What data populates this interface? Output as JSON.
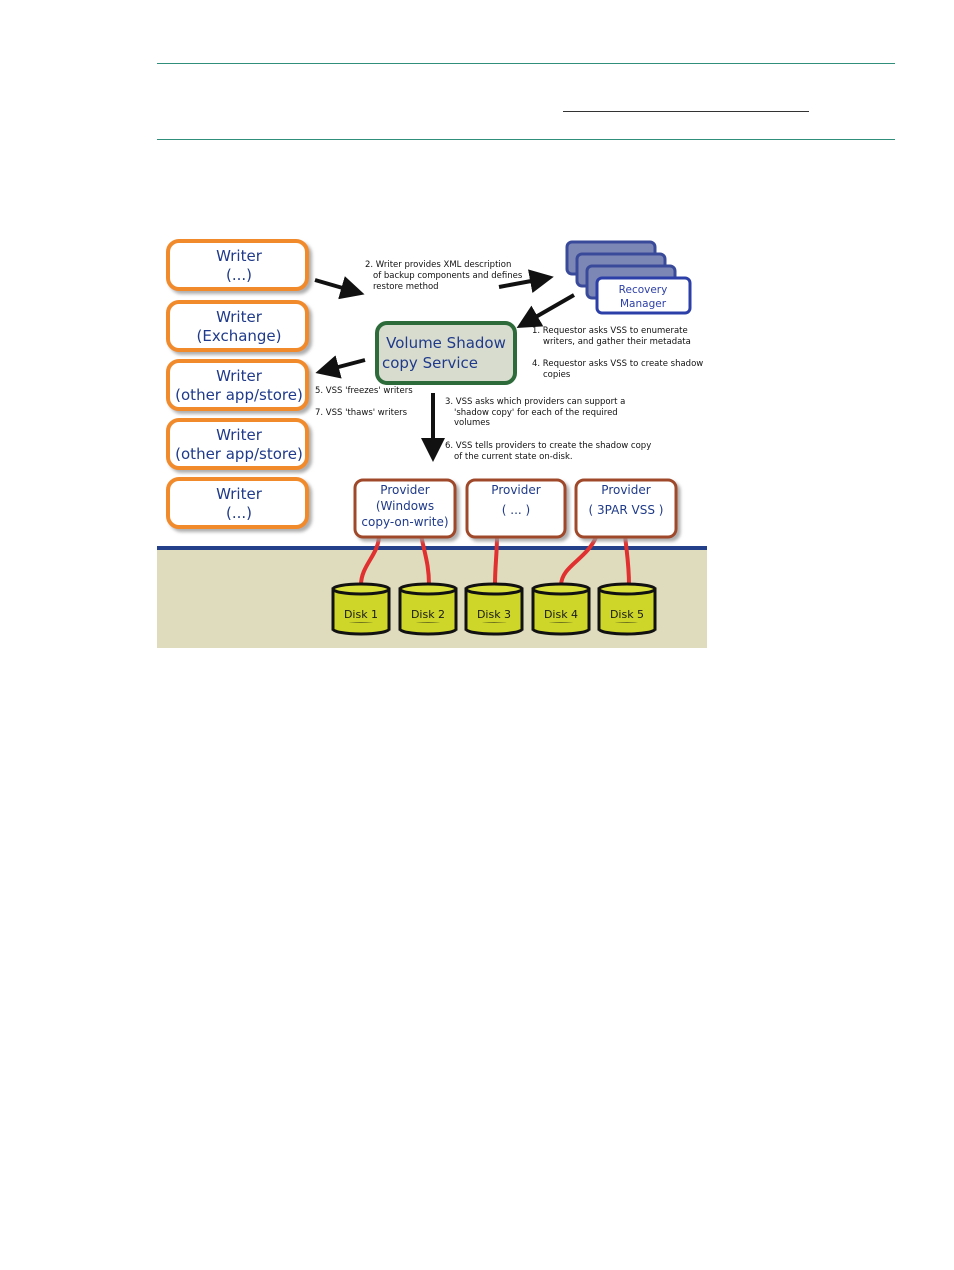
{
  "colors": {
    "writer_border": "#f08a2c",
    "vss_border": "#2e6b3a",
    "provider_border": "#a04a2a",
    "recovery_border": "#2c3fa8",
    "disk_fill": "#cdd629",
    "cable": "#e03030",
    "floor": "#dfdcbd",
    "divider": "#24408a",
    "rule": "#2f8f7a"
  },
  "writers": [
    {
      "line1": "Writer",
      "line2": "(...)"
    },
    {
      "line1": "Writer",
      "line2": "(Exchange)"
    },
    {
      "line1": "Writer",
      "line2": "(other app/store)"
    },
    {
      "line1": "Writer",
      "line2": "(other app/store)"
    },
    {
      "line1": "Writer",
      "line2": "(...)"
    }
  ],
  "recovery_manager": {
    "line1": "Recovery",
    "line2": "Manager"
  },
  "vss": {
    "line1": "Volume Shadow",
    "line2": "copy Service"
  },
  "notes": {
    "step2": [
      "2. Writer provides XML description",
      "of backup components and defines",
      "restore method"
    ],
    "step1": [
      "1. Requestor asks VSS to enumerate",
      "writers, and gather their metadata"
    ],
    "step4": [
      "4. Requestor asks VSS to create shadow",
      "copies"
    ],
    "step5": "5. VSS 'freezes' writers",
    "step7": "7.  VSS 'thaws' writers",
    "step3": [
      "3. VSS asks which providers can support a",
      "'shadow copy' for each of the required",
      "volumes"
    ],
    "step6": [
      "6. VSS tells providers to create the shadow copy",
      "of the current state on-disk."
    ]
  },
  "providers": [
    {
      "lines": [
        "Provider",
        "(Windows",
        "copy-on-write)"
      ]
    },
    {
      "lines": [
        "Provider",
        "( ... )"
      ]
    },
    {
      "lines": [
        "Provider",
        "( 3PAR VSS )"
      ]
    }
  ],
  "disks": [
    "Disk 1",
    "Disk 2",
    "Disk 3",
    "Disk 4",
    "Disk 5"
  ]
}
